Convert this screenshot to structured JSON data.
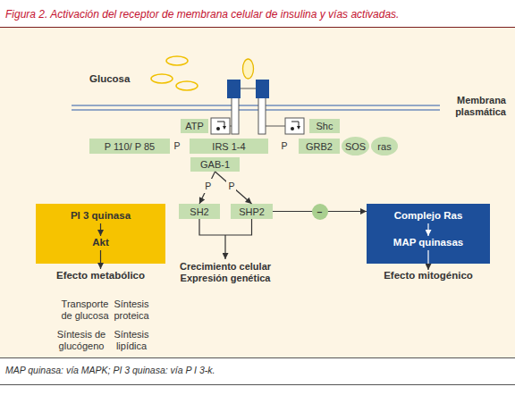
{
  "diagram": {
    "title": "Figura 2. Activación del receptor de membrana celular de insulina y vías activadas.",
    "caption": "MAP quinasa: vía MAPK; PI 3 quinasa: vía P I 3-k.",
    "nodes": [
      {
        "text": [
          "ATP"
        ]
      },
      {
        "text": [
          "Shc"
        ]
      },
      {
        "text": [
          "P 110/ P 85"
        ]
      },
      {
        "text": [
          "IRS 1-4"
        ]
      },
      {
        "text": [
          "GRB2"
        ]
      },
      {
        "text": [
          "SOS"
        ]
      },
      {
        "text": [
          "ras"
        ]
      },
      {
        "text": [
          "GAB-1"
        ]
      },
      {
        "text": [
          "PI 3 quinasa",
          "Akt",
          "Efecto metabólico"
        ]
      },
      {
        "text": [
          "SH2"
        ]
      },
      {
        "text": [
          "SHP2"
        ]
      },
      {
        "text": [
          "Complejo Ras",
          "MAP quinasas",
          "Efecto mitogénico"
        ]
      }
    ],
    "edges": [
      {
        "from": 7,
        "to": 9,
        "arrow": "to",
        "label": "P"
      },
      {
        "from": 7,
        "to": 10,
        "arrow": "to",
        "label": "P"
      },
      {
        "from": 10,
        "to": 11,
        "arrow": "to",
        "label": "–"
      }
    ],
    "labels": [
      "Glucosa",
      "Membrana plasmática",
      "P",
      "P",
      "Crecimiento celular Expresión genética",
      "Transporte de glucosa",
      "Síntesis proteica",
      "Síntesis de glucógeno",
      "Síntesis lipídica"
    ]
  }
}
